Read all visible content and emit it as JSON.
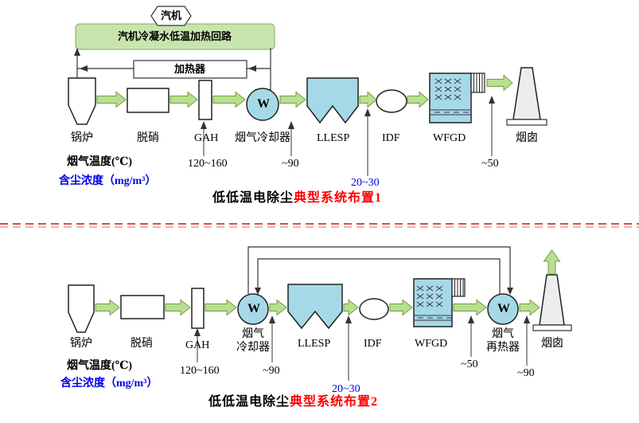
{
  "colors": {
    "arrow_green": "#b9df92",
    "arrow_border": "#6f9e42",
    "loop_box_green": "#c9e5ad",
    "component_blue": "#a6d9e8",
    "value_blue": "#0000e6",
    "title_red": "#ff0000",
    "separator_pink": "#c9544f"
  },
  "diagram1": {
    "turbine": "汽机",
    "loop_label": "汽机冷凝水低温加热回路",
    "heater": "加热器",
    "boiler": "锅炉",
    "denox": "脱硝",
    "gah": "GAH",
    "cooler_symbol": "W",
    "cooler": "烟气冷却器",
    "llesp": "LLESP",
    "idf": "IDF",
    "wfgd": "WFGD",
    "stack": "烟囱",
    "temp_label": "烟气温度(℃)",
    "dust_label": "含尘浓度（mg/m³）",
    "values": {
      "after_gah": "120~160",
      "after_cooler": "~90",
      "dust": "20~30",
      "after_wfgd": "~50"
    },
    "title_prefix": "低低温电除尘",
    "title_highlight": "典型系统布置1"
  },
  "diagram2": {
    "boiler": "锅炉",
    "denox": "脱硝",
    "gah": "GAH",
    "cooler_symbol": "W",
    "cooler_line1": "烟气",
    "cooler_line2": "冷却器",
    "llesp": "LLESP",
    "idf": "IDF",
    "wfgd": "WFGD",
    "reheater_symbol": "W",
    "reheater_line1": "烟气",
    "reheater_line2": "再热器",
    "stack": "烟囱",
    "temp_label": "烟气温度(℃)",
    "dust_label": "含尘浓度（mg/m³）",
    "values": {
      "after_gah": "120~160",
      "after_cooler": "~90",
      "dust": "20~30",
      "after_wfgd": "~50",
      "after_reheater": "~90"
    },
    "title_prefix": "低低温电除尘",
    "title_highlight": "典型系统布置2"
  }
}
